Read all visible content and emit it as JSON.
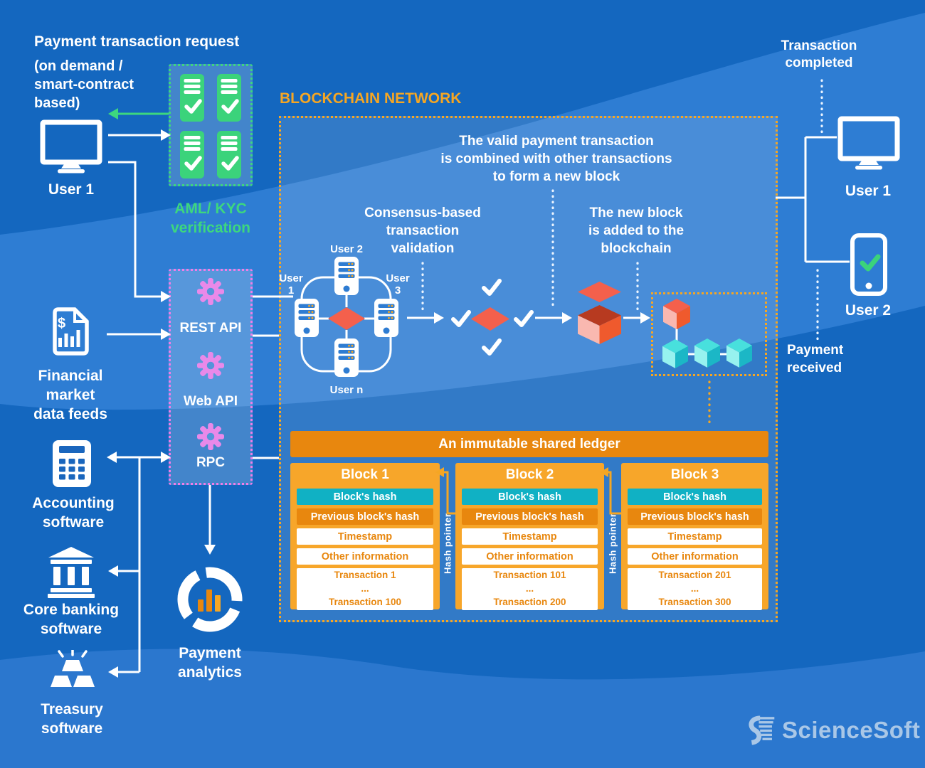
{
  "palette": {
    "background": "#1467BF",
    "background_band": "#2E7DD3",
    "background_bottom_wave": "#2B77CE",
    "accent_orange": "#F5A623",
    "dark_orange": "#E8870E",
    "block_gold": "#F7A62A",
    "teal": "#10B1C4",
    "green": "#3DD77E",
    "server_green": "#3BD37B",
    "pink_border": "#F07CE8",
    "gear_pink": "#E989E9",
    "coral": "#F4604C",
    "coral_dark": "#EF5A2D",
    "coral_light": "#F9B8B0",
    "cube_teal_top": "#48E0DD",
    "cube_teal_light": "#97F2EF",
    "cube_teal_dark": "#1BB7C6",
    "icon_blue": "#2E7CD2",
    "brand_blue": "#A9C7E7",
    "white": "#FFFFFF"
  },
  "top_left": {
    "title": "Payment transaction request",
    "subtitle": "(on demand /\nsmart-contract\nbased)",
    "user": "User 1"
  },
  "aml": {
    "label": "AML/ KYC\nverification"
  },
  "api": {
    "rest": "REST API",
    "web": "Web API",
    "rpc": "RPC"
  },
  "left_sources": {
    "financial": "Financial\nmarket\ndata feeds",
    "accounting": "Accounting\nsoftware",
    "core_banking": "Core banking\nsoftware",
    "treasury": "Treasury\nsoftware"
  },
  "analytics": {
    "label": "Payment\nanalytics"
  },
  "network": {
    "title": "BLOCKCHAIN NETWORK",
    "combine_text": "The valid payment transaction\nis combined with other transactions\nto form a new block",
    "consensus_text": "Consensus-based\ntransaction\nvalidation",
    "new_block_text": "The new block\nis added to the\nblockchain",
    "users": {
      "u1": "User\n1",
      "u2": "User 2",
      "u3": "User\n3",
      "un": "User n"
    }
  },
  "ledger": {
    "header": "An immutable shared ledger",
    "hash_pointer": "Hash pointer",
    "blocks": [
      {
        "title": "Block 1",
        "hash": "Block's hash",
        "prev": "Previous block's hash",
        "timestamp": "Timestamp",
        "other": "Other information",
        "transactions": "Transaction 1\n...\nTransaction 100"
      },
      {
        "title": "Block 2",
        "hash": "Block's hash",
        "prev": "Previous block's hash",
        "timestamp": "Timestamp",
        "other": "Other information",
        "transactions": "Transaction 101\n...\nTransaction 200"
      },
      {
        "title": "Block 3",
        "hash": "Block's hash",
        "prev": "Previous block's hash",
        "timestamp": "Timestamp",
        "other": "Other information",
        "transactions": "Transaction 201\n...\nTransaction 300"
      }
    ]
  },
  "right_side": {
    "completed": "Transaction\ncompleted",
    "user1": "User 1",
    "user2": "User 2",
    "received": "Payment\nreceived"
  },
  "icons": {
    "dollar_glyph": "$"
  },
  "brand": {
    "name": "ScienceSoft"
  }
}
